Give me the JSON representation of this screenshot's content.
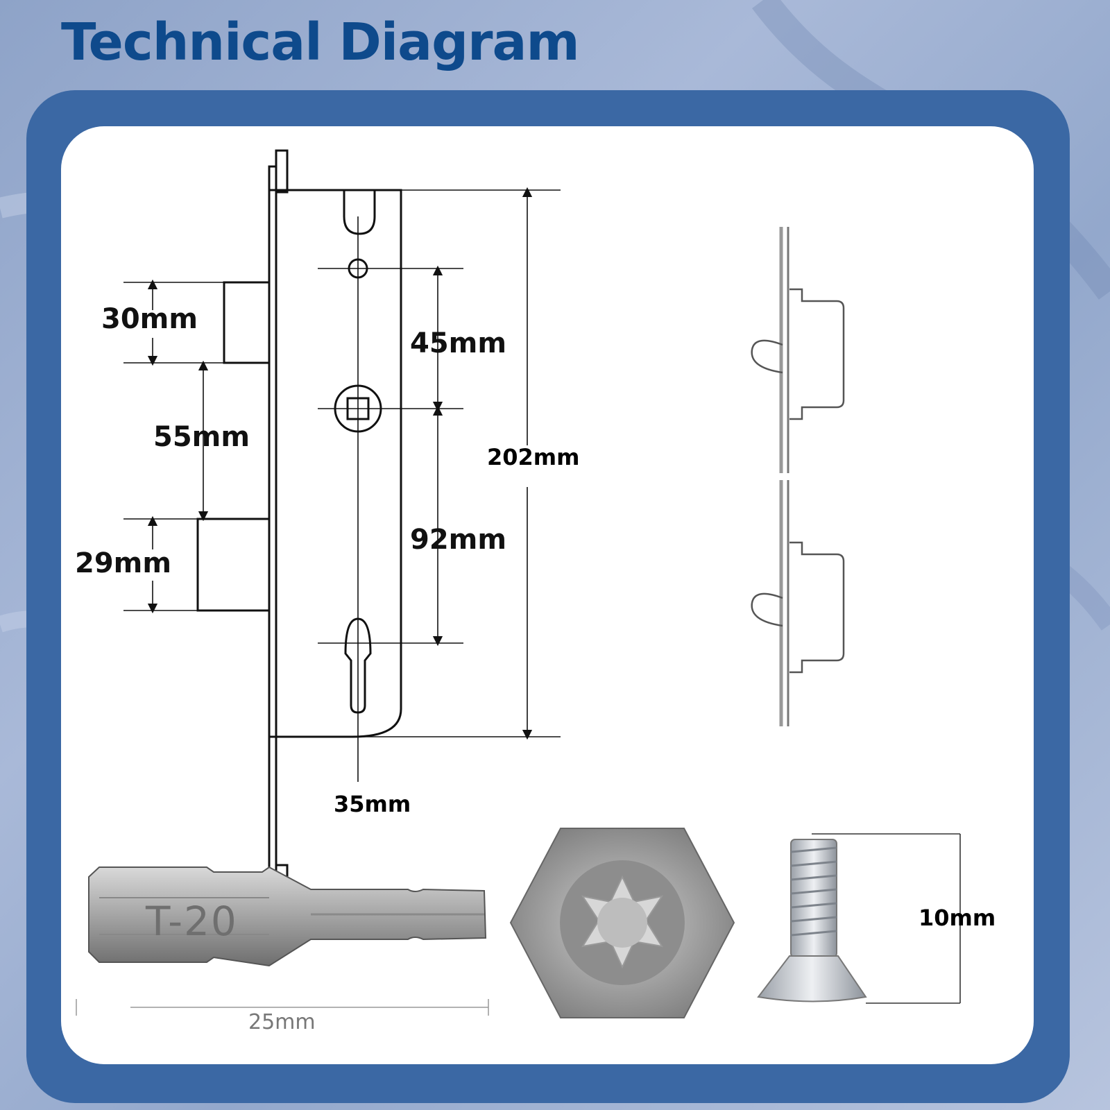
{
  "title": "Technical Diagram",
  "dimensions": {
    "d30": "30mm",
    "d55": "55mm",
    "d29": "29mm",
    "d45": "45mm",
    "d92": "92mm",
    "d202": "202mm",
    "d35": "35mm",
    "d25": "25mm",
    "d10": "10mm"
  },
  "bit_marking": "T-20",
  "colors": {
    "title": "#0e4a8c",
    "frame": "#3b68a4",
    "panel": "#ffffff"
  }
}
